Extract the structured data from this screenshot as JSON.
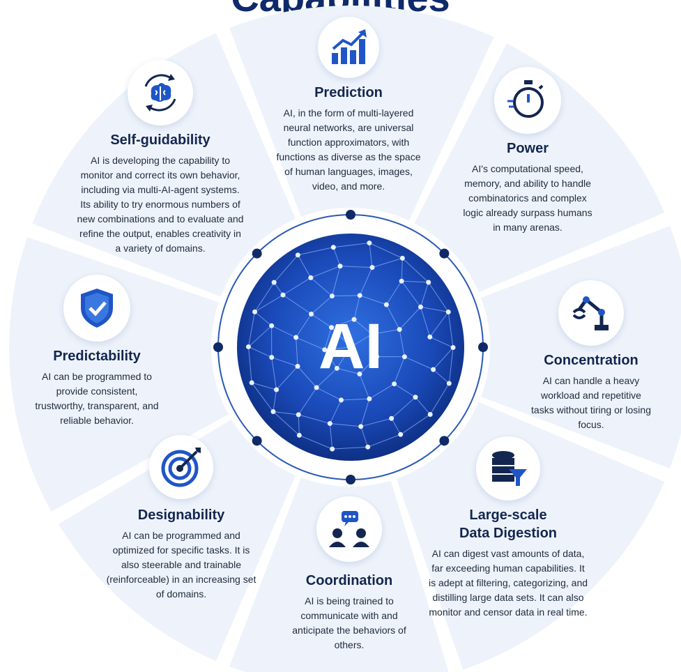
{
  "header": {
    "title_fragment": "Capabilities"
  },
  "center": {
    "label": "AI"
  },
  "segments": [
    {
      "id": "prediction",
      "icon": "bar-chart-growth-icon",
      "title": "Prediction",
      "desc": "AI, in the form of multi-layered neural networks, are universal function approximators, with functions as diverse as the space of human languages, images, video, and more."
    },
    {
      "id": "power",
      "icon": "stopwatch-icon",
      "title": "Power",
      "desc": "AI's computational speed, memory, and ability to handle combinatorics and complex logic already surpass humans in many arenas."
    },
    {
      "id": "concentration",
      "icon": "robotic-arm-icon",
      "title": "Concentration",
      "desc": "AI can handle a heavy workload and repetitive tasks without tiring or losing focus."
    },
    {
      "id": "data-digestion",
      "icon": "database-filter-icon",
      "title": "Large-scale Data Digestion",
      "desc": "AI can digest vast amounts of data, far exceeding human capabilities. It is adept at filtering, categorizing, and distilling large data sets. It can also monitor and censor data in real time."
    },
    {
      "id": "coordination",
      "icon": "people-chat-icon",
      "title": "Coordination",
      "desc": "AI is being trained to communicate with and anticipate the behaviors of others."
    },
    {
      "id": "designability",
      "icon": "target-arrow-icon",
      "title": "Designability",
      "desc": "AI can be programmed and optimized for specific tasks. It is also steerable and trainable (reinforceable) in an increasing set of domains."
    },
    {
      "id": "predictability",
      "icon": "shield-check-icon",
      "title": "Predictability",
      "desc": "AI can be programmed to provide consistent, trustworthy, transparent, and reliable behavior."
    },
    {
      "id": "self-guidability",
      "icon": "brain-cycle-icon",
      "title": "Self-guidability",
      "desc": "AI is developing the capability to monitor and correct its own behavior, including via multi-AI-agent systems. Its ability to try enormous numbers of new combinations and to evaluate and refine the output, enables creativity in a variety of domains."
    }
  ],
  "colors": {
    "segment_fill": "#eef3fb",
    "segment_gap": "#ffffff",
    "ring": "#2a58b5",
    "ring_dot": "#0f2a66",
    "core_dark": "#0b2a78",
    "core_light": "#2f6fe0",
    "icon_blue": "#1f55c6",
    "title": "#13264f"
  }
}
